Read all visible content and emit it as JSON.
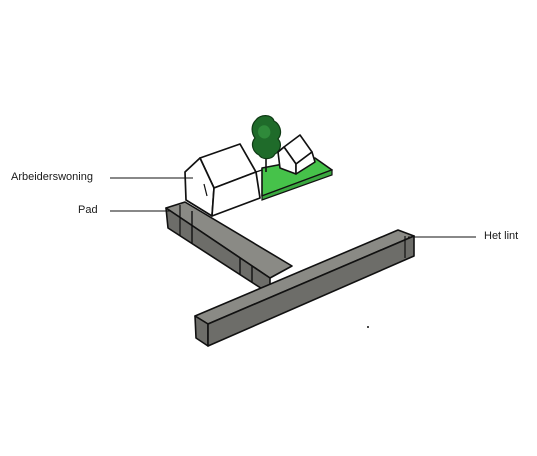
{
  "labels": {
    "worker_house": "Arbeiderswoning",
    "path": "Pad",
    "ribbon": "Het lint"
  },
  "colors": {
    "road_top": "#8a8a85",
    "road_side": "#6d6d69",
    "outline": "#111111",
    "grass": "#46c24a",
    "tree_dark": "#1f6b2a",
    "tree_light": "#2f8a3a",
    "house_fill": "#ffffff"
  }
}
